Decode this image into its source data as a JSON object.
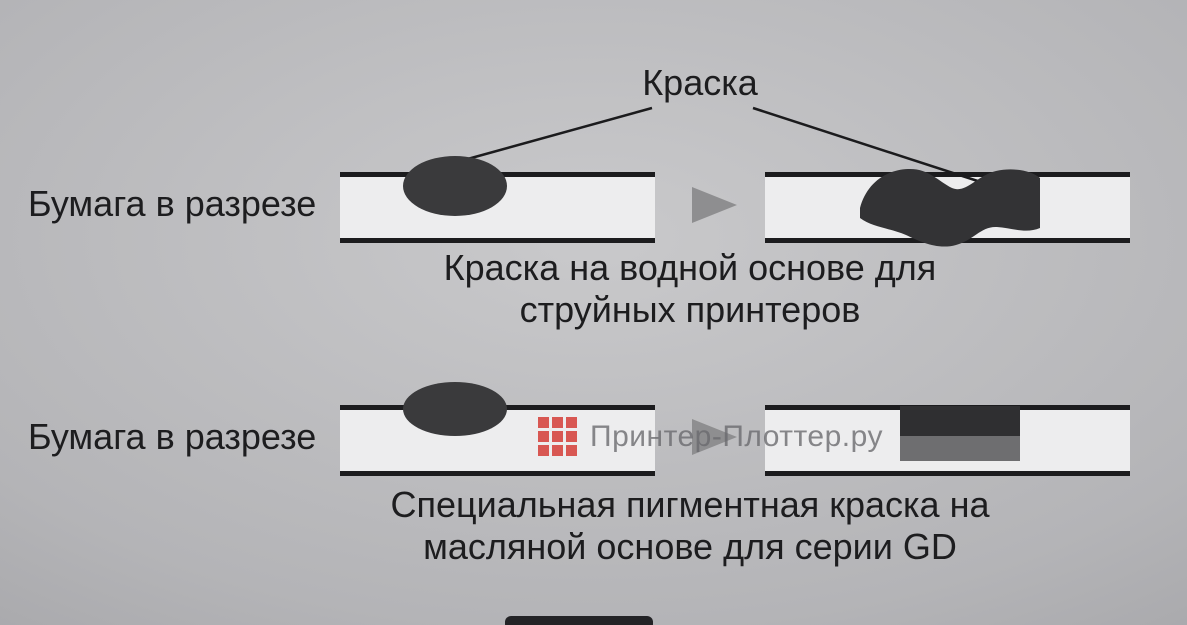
{
  "diagram": {
    "ink_pointer_label": "Краска",
    "row_top": {
      "paper_label": "Бумага в разрезе",
      "caption_line1": "Краска на водной основе для",
      "caption_line2": "струйных принтеров"
    },
    "row_bottom": {
      "paper_label": "Бумага в разрезе",
      "caption_line1": "Специальная пигментная краска на",
      "caption_line2": "масляной основе для серии GD"
    }
  },
  "watermark": {
    "text": "Принтер-Плоттер.ру",
    "logo_color": "#d33c36",
    "text_color": "#6a6a6e"
  },
  "colors": {
    "background_center": "#c9c9cb",
    "background_edge": "#8d8d91",
    "paper_fill": "#ededee",
    "paper_border": "#1c1c1e",
    "ink_blob": "#3a3a3c",
    "ink_soaked": "#333335",
    "pigment_surface_layer": "#2f2f31",
    "pigment_under_layer": "#6e6e70",
    "arrow": "#8e8e90",
    "text": "#1d1d1f"
  }
}
